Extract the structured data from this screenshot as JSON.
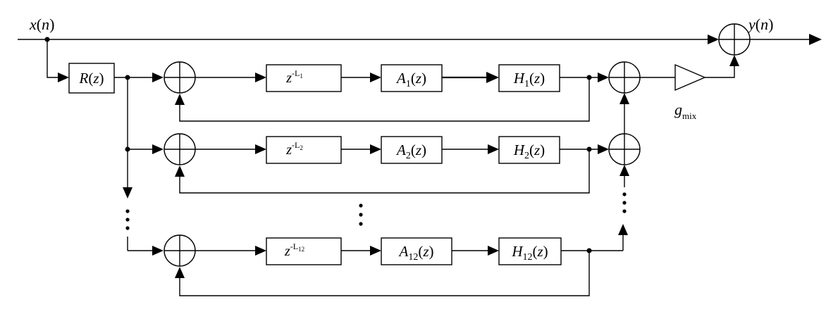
{
  "signals": {
    "input": {
      "name": "x",
      "arg": "n"
    },
    "output": {
      "name": "y",
      "arg": "n"
    }
  },
  "prefilter": {
    "name": "R",
    "arg": "z"
  },
  "gain": {
    "symbol": "g",
    "subscript": "mix"
  },
  "branches": [
    {
      "index": "1",
      "delay_sub": "1",
      "allpass": "A",
      "filter": "H"
    },
    {
      "index": "2",
      "delay_sub": "2",
      "allpass": "A",
      "filter": "H"
    },
    {
      "index": "12",
      "delay_sub": "12",
      "allpass": "A",
      "filter": "H"
    }
  ],
  "delay": {
    "base": "z",
    "exp": "-L"
  },
  "transfer_arg": "z"
}
